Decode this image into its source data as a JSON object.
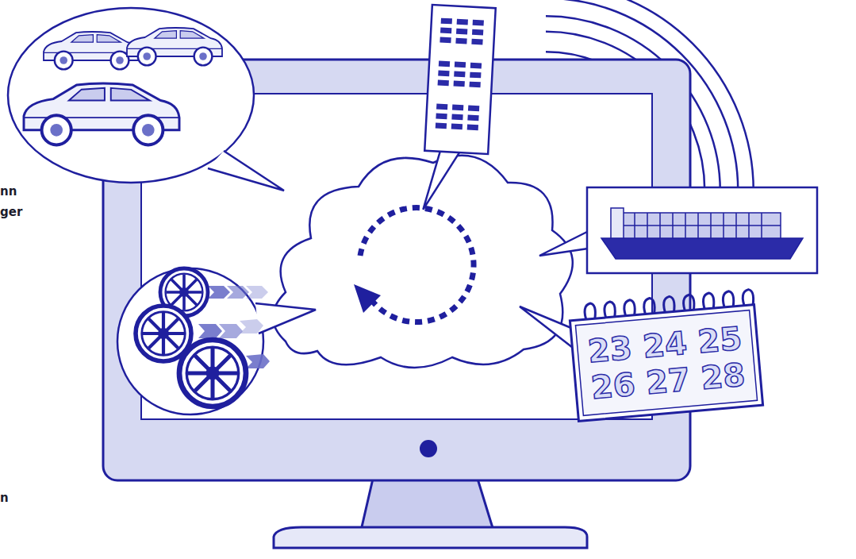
{
  "diagram": {
    "nodes": [
      {
        "text": [
          "23 24 25 26 27 28"
        ]
      }
    ],
    "labels": [
      "nn",
      "ger",
      "n"
    ]
  }
}
